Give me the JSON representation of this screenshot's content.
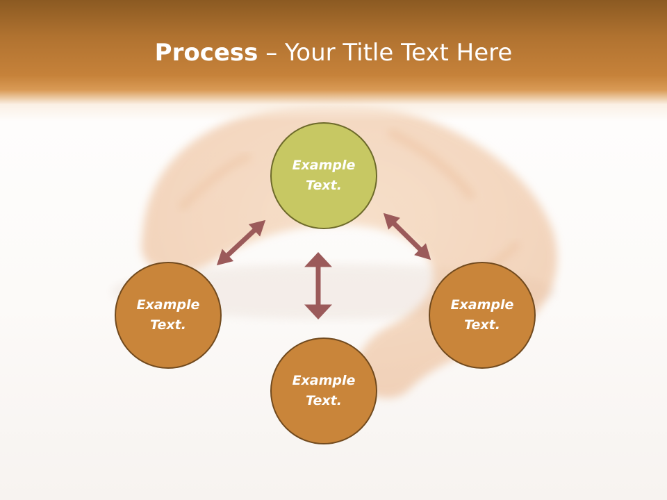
{
  "title": {
    "bold": "Process",
    "dash": " – ",
    "rest": "Your Title Text Here"
  },
  "nodes": {
    "top": "Example Text.",
    "left": "Example Text.",
    "right": "Example Text.",
    "bottom": "Example Text."
  },
  "colors": {
    "header_dark": "#8b5a22",
    "header_mid": "#c6823a",
    "node_top": "#c7c863",
    "node_other": "#c9853a",
    "arrow": "#9b5a5a"
  }
}
